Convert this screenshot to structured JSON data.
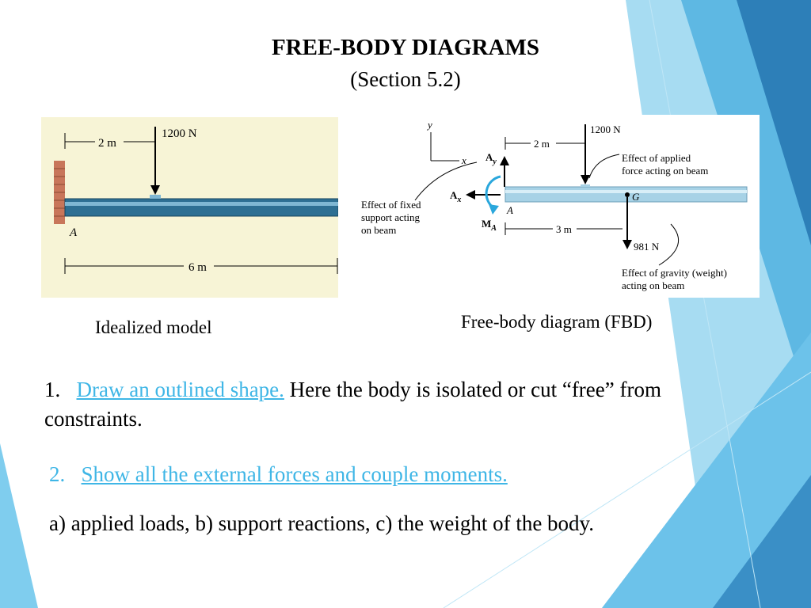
{
  "slide": {
    "title": "FREE-BODY DIAGRAMS",
    "subtitle": "(Section 5.2)"
  },
  "model_figure": {
    "dim_2m": "2 m",
    "load": "1200 N",
    "point_a": "A",
    "dim_6m": "6 m",
    "caption": "Idealized model"
  },
  "fbd_figure": {
    "axis_y": "y",
    "axis_x": "x",
    "ay_label": "A",
    "ay_sub": "y",
    "ax_label": "A",
    "ax_sub": "x",
    "ma_label": "M",
    "ma_sub": "A",
    "point_a": "A",
    "point_g": "G",
    "dim_2m": "2 m",
    "dim_3m": "3 m",
    "load": "1200 N",
    "weight": "981 N",
    "note_applied": [
      "Effect of applied",
      "force acting on beam"
    ],
    "note_fixed": [
      "Effect of fixed",
      "support acting",
      "on beam"
    ],
    "note_gravity": [
      "Effect of gravity (weight)",
      "acting on beam"
    ],
    "caption": "Free-body diagram (FBD)"
  },
  "steps": {
    "s1_num": "1.",
    "s1_link": "Draw an outlined shape.",
    "s1_rest": " Here the body is isolated or cut “free” from constraints.",
    "s2_num": "2.",
    "s2_link": "Show all the external forces and couple moments.",
    "s3_text": "a) applied loads, b) support reactions, c) the weight of the body."
  },
  "colors": {
    "accent": "#3fb6e6",
    "deco_light": "#8fd3f0",
    "deco_dark": "#2d7fb8",
    "figure_bg": "#f5f5dc"
  }
}
